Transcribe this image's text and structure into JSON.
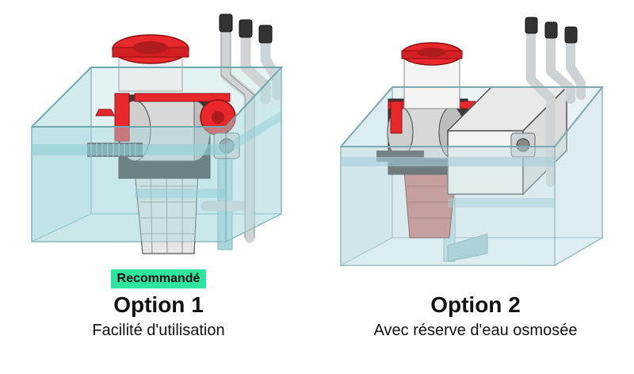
{
  "options": [
    {
      "badge": "Recommandé",
      "title": "Option 1",
      "subtitle": "Facilité d'utilisation"
    },
    {
      "badge": "",
      "title": "Option 2",
      "subtitle": "Avec réserve d'eau osmosée"
    }
  ],
  "colors": {
    "badge": "#2ee59d",
    "lid": "#e8282b",
    "glass": "#bfe3e6",
    "glass_edge": "#7fb7bd"
  }
}
